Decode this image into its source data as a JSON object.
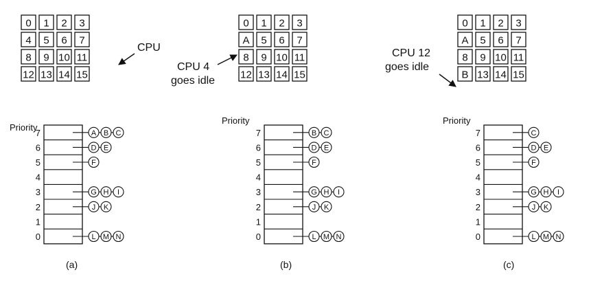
{
  "panels": [
    {
      "id": "a",
      "caption": "(a)",
      "cpu_grid": [
        [
          "0",
          "1",
          "2",
          "3"
        ],
        [
          "4",
          "5",
          "6",
          "7"
        ],
        [
          "8",
          "9",
          "10",
          "11"
        ],
        [
          "12",
          "13",
          "14",
          "15"
        ]
      ],
      "annotation_lines": [
        "CPU"
      ],
      "priority_label": "Priority",
      "priority_levels": [
        "7",
        "6",
        "5",
        "4",
        "3",
        "2",
        "1",
        "0"
      ],
      "queues": [
        [
          "A",
          "B",
          "C"
        ],
        [
          "D",
          "E"
        ],
        [
          "F"
        ],
        [],
        [
          "G",
          "H",
          "I"
        ],
        [
          "J",
          "K"
        ],
        [],
        [
          "L",
          "M",
          "N"
        ]
      ]
    },
    {
      "id": "b",
      "caption": "(b)",
      "cpu_grid": [
        [
          "0",
          "1",
          "2",
          "3"
        ],
        [
          "A",
          "5",
          "6",
          "7"
        ],
        [
          "8",
          "9",
          "10",
          "11"
        ],
        [
          "12",
          "13",
          "14",
          "15"
        ]
      ],
      "annotation_lines": [
        "CPU 4",
        "goes idle"
      ],
      "priority_label": "Priority",
      "priority_levels": [
        "7",
        "6",
        "5",
        "4",
        "3",
        "2",
        "1",
        "0"
      ],
      "queues": [
        [
          "B",
          "C"
        ],
        [
          "D",
          "E"
        ],
        [
          "F"
        ],
        [],
        [
          "G",
          "H",
          "I"
        ],
        [
          "J",
          "K"
        ],
        [],
        [
          "L",
          "M",
          "N"
        ]
      ]
    },
    {
      "id": "c",
      "caption": "(c)",
      "cpu_grid": [
        [
          "0",
          "1",
          "2",
          "3"
        ],
        [
          "A",
          "5",
          "6",
          "7"
        ],
        [
          "8",
          "9",
          "10",
          "11"
        ],
        [
          "B",
          "13",
          "14",
          "15"
        ]
      ],
      "annotation_lines": [
        "CPU 12",
        "goes idle"
      ],
      "priority_label": "Priority",
      "priority_levels": [
        "7",
        "6",
        "5",
        "4",
        "3",
        "2",
        "1",
        "0"
      ],
      "queues": [
        [
          "C"
        ],
        [
          "D",
          "E"
        ],
        [
          "F"
        ],
        [],
        [
          "G",
          "H",
          "I"
        ],
        [
          "J",
          "K"
        ],
        [],
        [
          "L",
          "M",
          "N"
        ]
      ]
    }
  ]
}
